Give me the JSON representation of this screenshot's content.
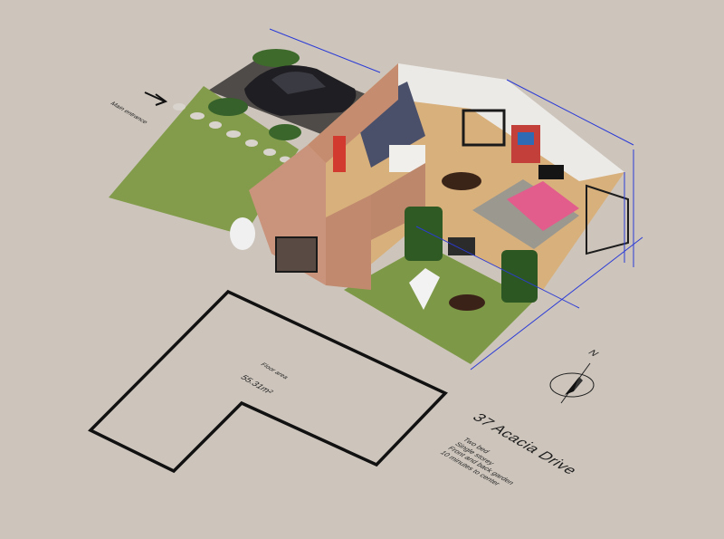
{
  "labels": {
    "main_entrance": "Main entrance",
    "floor_area_title": "Floor area",
    "floor_area_value": "55.31m²",
    "north": "N"
  },
  "property": {
    "address": "37 Acacia Drive",
    "features": [
      "Two bed",
      "Single storey",
      "Front and back garden",
      "10 minutes to center"
    ]
  },
  "colors": {
    "background": "#cdc5bc",
    "lawn": "#7f9a4a",
    "brick": "#c98f73",
    "wood_floor": "#d9b27e",
    "dimension_lines": "#2b3bd6",
    "car": "#1d1d22"
  },
  "icons": [
    "arrow-right-icon",
    "compass-icon",
    "car-icon"
  ]
}
